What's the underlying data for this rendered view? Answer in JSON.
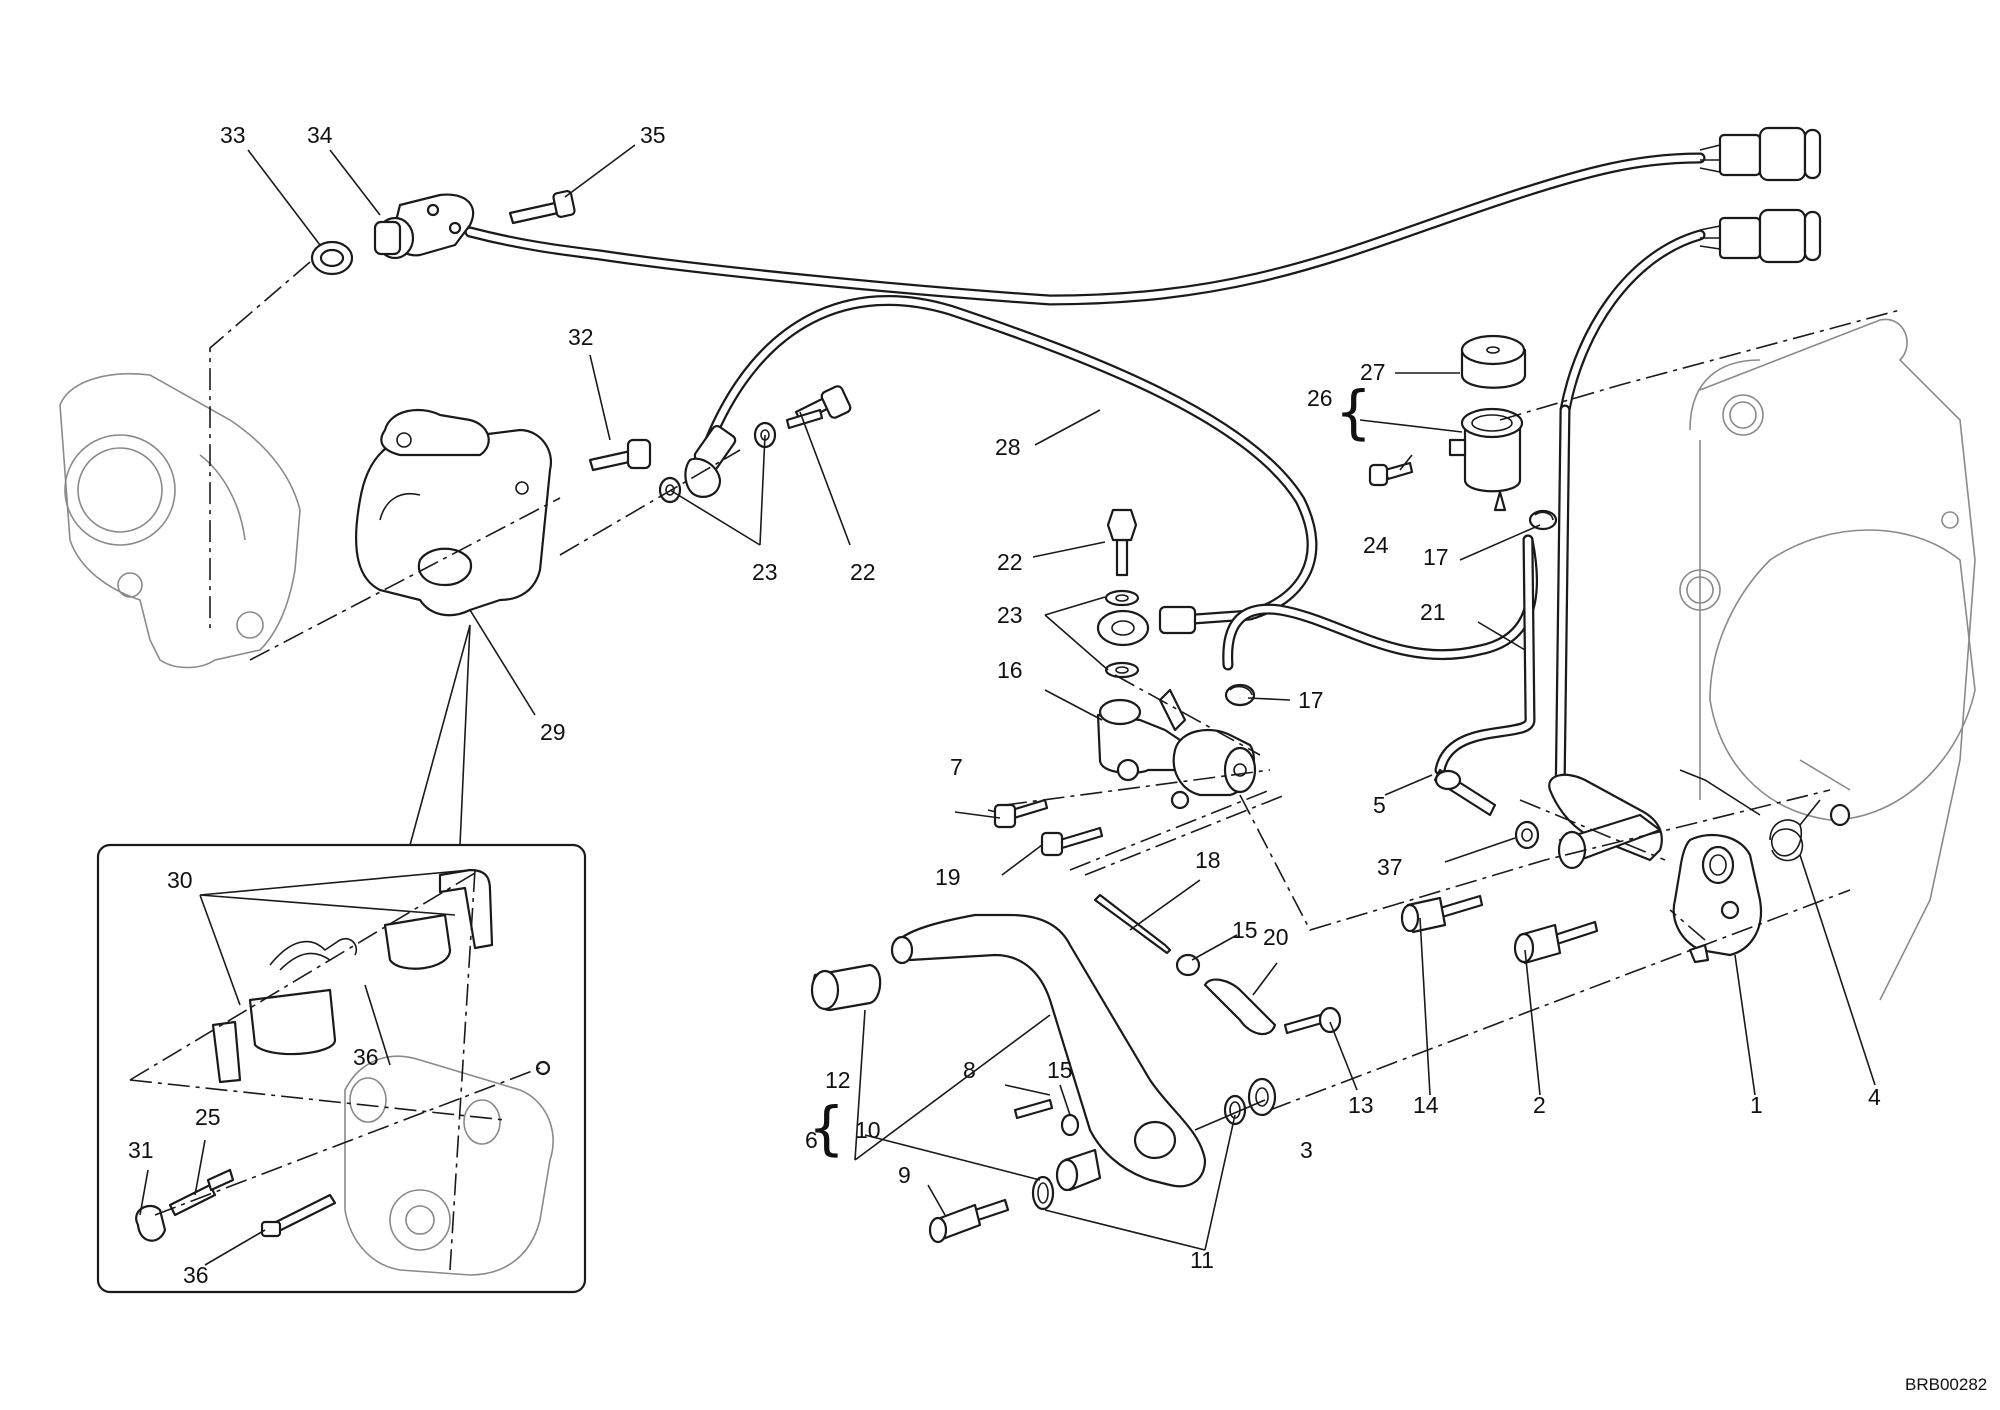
{
  "diagram_code": "BRB00282",
  "callouts": {
    "c1": "1",
    "c2": "2",
    "c3": "3",
    "c4": "4",
    "c5": "5",
    "c6": "6",
    "c7": "7",
    "c8": "8",
    "c9": "9",
    "c10": "10",
    "c11": "11",
    "c12": "12",
    "c13": "13",
    "c14": "14",
    "c15a": "15",
    "c15b": "15",
    "c16": "16",
    "c17a": "17",
    "c17b": "17",
    "c18": "18",
    "c19": "19",
    "c20": "20",
    "c21": "21",
    "c22a": "22",
    "c22b": "22",
    "c23a": "23",
    "c23b": "23",
    "c24": "24",
    "c25": "25",
    "c26": "26",
    "c27": "27",
    "c28": "28",
    "c29": "29",
    "c30": "30",
    "c31": "31",
    "c32": "32",
    "c33": "33",
    "c34": "34",
    "c35": "35",
    "c36a": "36",
    "c36b": "36",
    "c37": "37"
  }
}
